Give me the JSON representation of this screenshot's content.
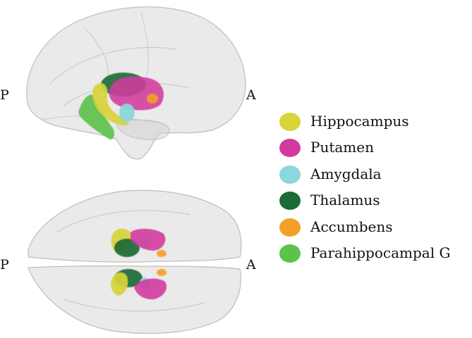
{
  "orientation_labels": {
    "posterior": "P",
    "anterior": "A"
  },
  "legend": [
    {
      "label": "Hippocampus",
      "color": "#d8d43a"
    },
    {
      "label": "Putamen",
      "color": "#d23a9e"
    },
    {
      "label": "Amygdala",
      "color": "#8cd6e0"
    },
    {
      "label": "Thalamus",
      "color": "#1d6b35"
    },
    {
      "label": "Accumbens",
      "color": "#f4a028"
    },
    {
      "label": "Parahippocampal G",
      "color": "#5cc24a"
    }
  ],
  "colors": {
    "brain_fill": "#d9d9d9",
    "brain_stroke": "#b8b8b8"
  }
}
